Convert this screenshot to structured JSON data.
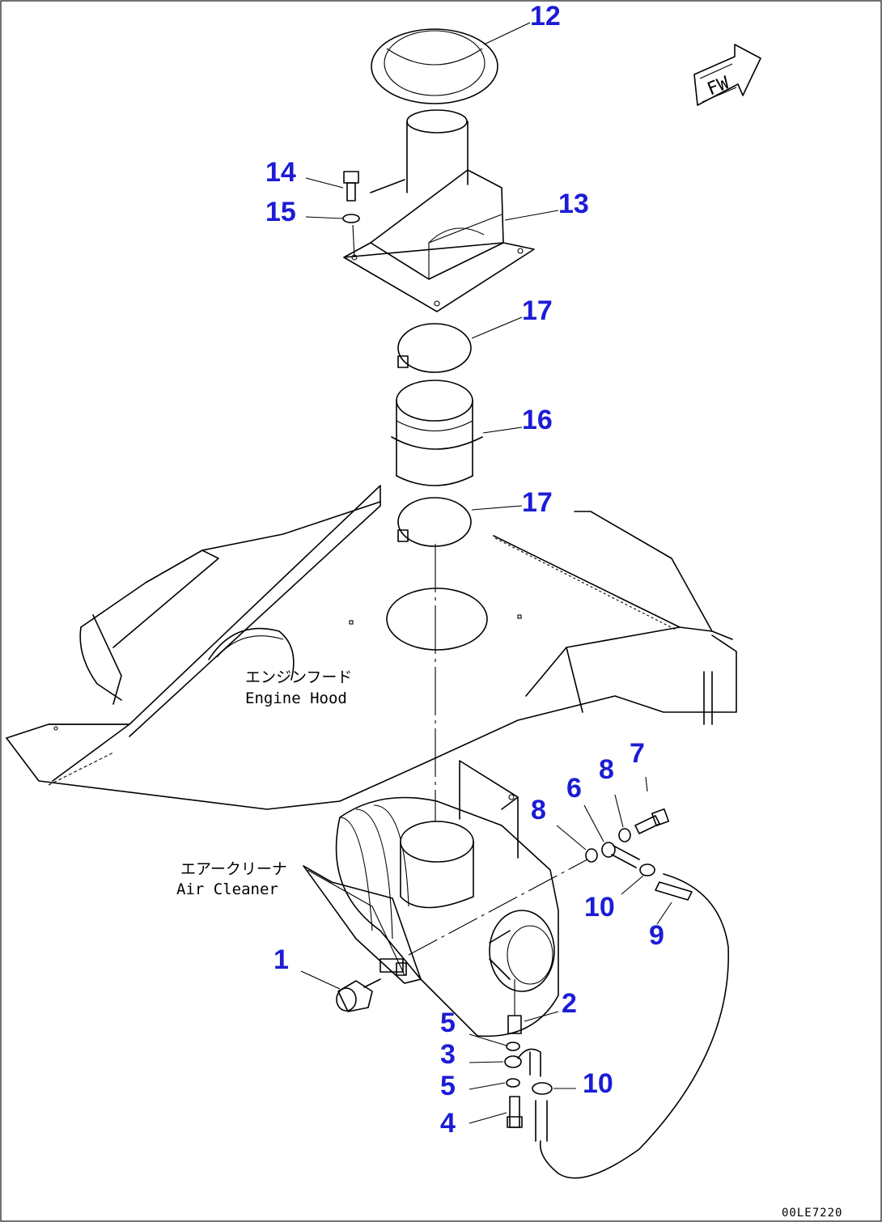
{
  "labels": {
    "engine_hood_jp": "エンジンフード",
    "engine_hood_en": "Engine Hood",
    "air_cleaner_jp": "エアークリーナ",
    "air_cleaner_en": "Air Cleaner",
    "forward_mark": "FW",
    "drawing_code": "00LE7220"
  },
  "callouts": {
    "c1": "1",
    "c2": "2",
    "c3": "3",
    "c4": "4",
    "c5a": "5",
    "c5b": "5",
    "c6": "6",
    "c7": "7",
    "c8a": "8",
    "c8b": "8",
    "c9": "9",
    "c10a": "10",
    "c10b": "10",
    "c12": "12",
    "c13": "13",
    "c14": "14",
    "c15": "15",
    "c16": "16",
    "c17a": "17",
    "c17b": "17"
  },
  "colors": {
    "callout": "#1c1cd6",
    "line": "#000000",
    "background": "#ffffff"
  }
}
